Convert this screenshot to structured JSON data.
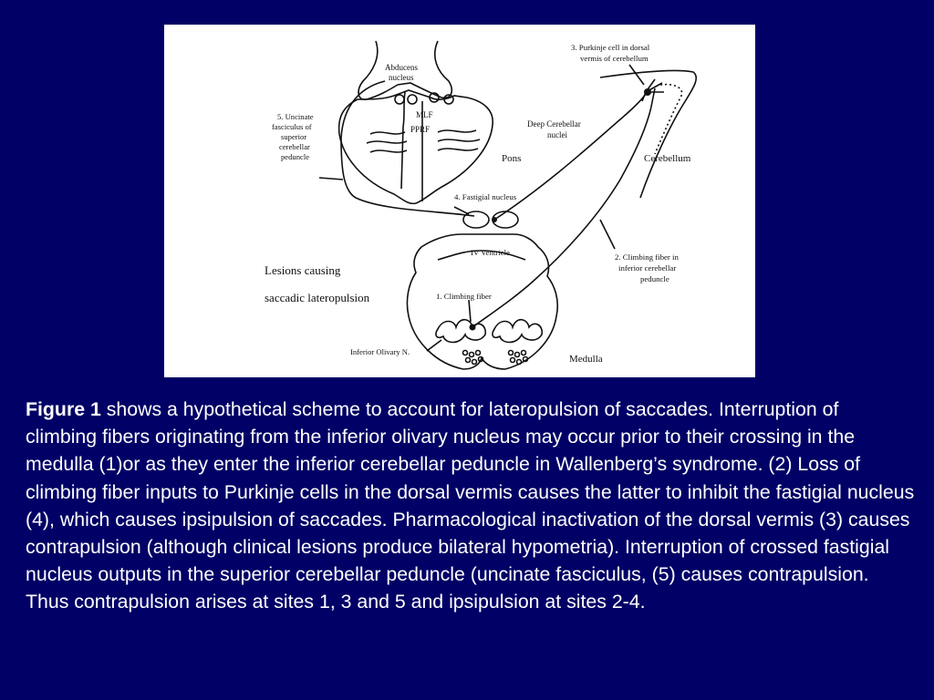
{
  "figure": {
    "labels": {
      "abducens": "Abducens",
      "nucleus": "nucleus",
      "mlf": "MLF",
      "pprf": "PPRF",
      "uncinate1": "5. Uncinate",
      "uncinate2": "fasciculus of",
      "uncinate3": "superior",
      "uncinate4": "cerebellar",
      "uncinate5": "peduncle",
      "purkinje1": "3. Purkinje cell in dorsal",
      "purkinje2": "vermis of cerebellum",
      "deep1": "Deep Cerebellar",
      "deep2": "nuclei",
      "pons": "Pons",
      "cerebellum": "Cerebellum",
      "fastigial": "4. Fastigial nucleus",
      "ventricle": "IV Ventricle",
      "climb2_1": "2. Climbing fiber in",
      "climb2_2": "inferior cerebellar",
      "climb2_3": "peduncle",
      "lesions1": "Lesions causing",
      "lesions2": "saccadic lateropulsion",
      "climb1": "1. Climbing fiber",
      "olivary": "Inferior Olivary N.",
      "medulla": "Medulla"
    }
  },
  "caption": {
    "head": "Figure 1",
    "text": "  shows a hypothetical scheme to account for lateropulsion of saccades.  Interruption of climbing fibers originating from the inferior olivary nucleus may occur prior to their crossing in the medulla (1)or as they enter the inferior cerebellar peduncle in Wallenberg’s syndrome.   (2) Loss of climbing fiber inputs to Purkinje cells in the dorsal vermis causes the latter to inhibit the fastigial nucleus (4), which causes ipsipulsion of saccades.   Pharmacological inactivation of the dorsal vermis (3) causes contrapulsion (although clinical lesions produce bilateral hypometria).   Interruption of crossed fastigial nucleus outputs in the superior cerebellar peduncle (uncinate fasciculus, (5) causes contrapulsion.   Thus contrapulsion arises at sites 1, 3 and 5 and ipsipulsion at sites 2-4."
  }
}
